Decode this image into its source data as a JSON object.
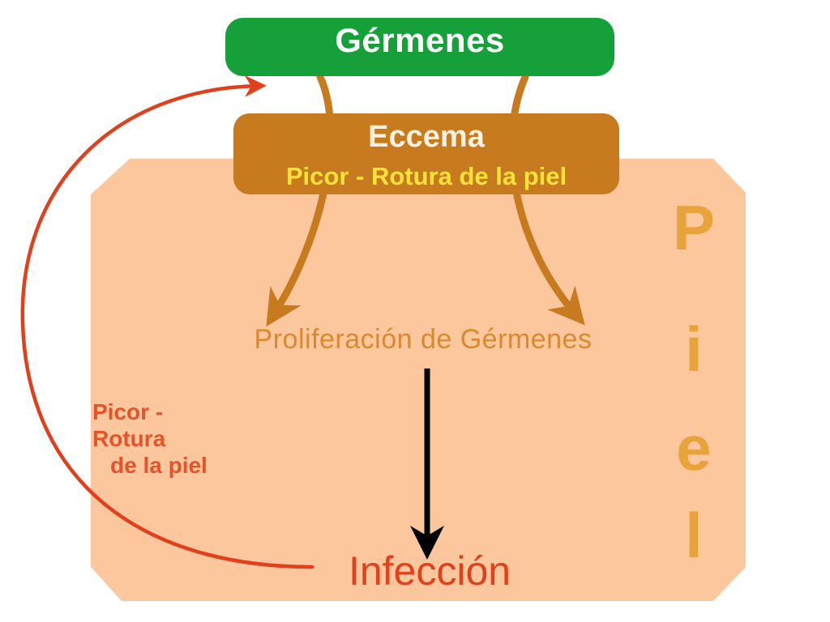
{
  "top_box": {
    "label": "Gérmenes"
  },
  "eccema_box": {
    "title": "Eccema",
    "subtitle": "Picor - Rotura de la piel"
  },
  "skin_area": {
    "letters": [
      "P",
      "i",
      "e",
      "l"
    ]
  },
  "proliferation": {
    "label": "Proliferación de Gérmenes"
  },
  "infection": {
    "label": "Infección"
  },
  "feedback": {
    "lines": [
      "Picor -",
      "Rotura",
      "de la piel"
    ]
  },
  "colors": {
    "top_box": "#16a03a",
    "eccema_box": "#c87a1e",
    "skin_area": "#fcc79c",
    "piel_letters": "#e8a33a",
    "brown_arrows": "#c87a1e",
    "feedback_arrow": "#e0401c",
    "down_arrow": "#000000"
  }
}
